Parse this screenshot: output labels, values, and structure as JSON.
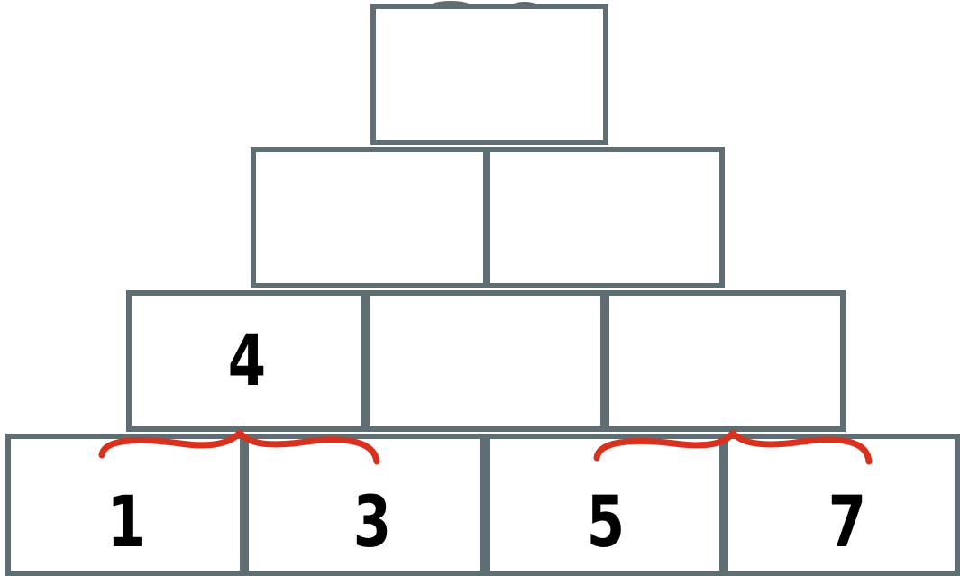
{
  "pyramid": {
    "rows": [
      {
        "row": "top",
        "bricks": [
          ""
        ]
      },
      {
        "row": "second",
        "bricks": [
          "",
          ""
        ]
      },
      {
        "row": "third",
        "bricks": [
          "4",
          "",
          ""
        ]
      },
      {
        "row": "bottom",
        "bricks": [
          "1",
          "3",
          "5",
          "7"
        ]
      }
    ]
  },
  "colors": {
    "brick_border": "#5f6e72",
    "brace": "#d8321e",
    "numbers": "#000000"
  },
  "icons": {
    "feet": "shoes-icon",
    "brace": "curly-brace-icon"
  }
}
